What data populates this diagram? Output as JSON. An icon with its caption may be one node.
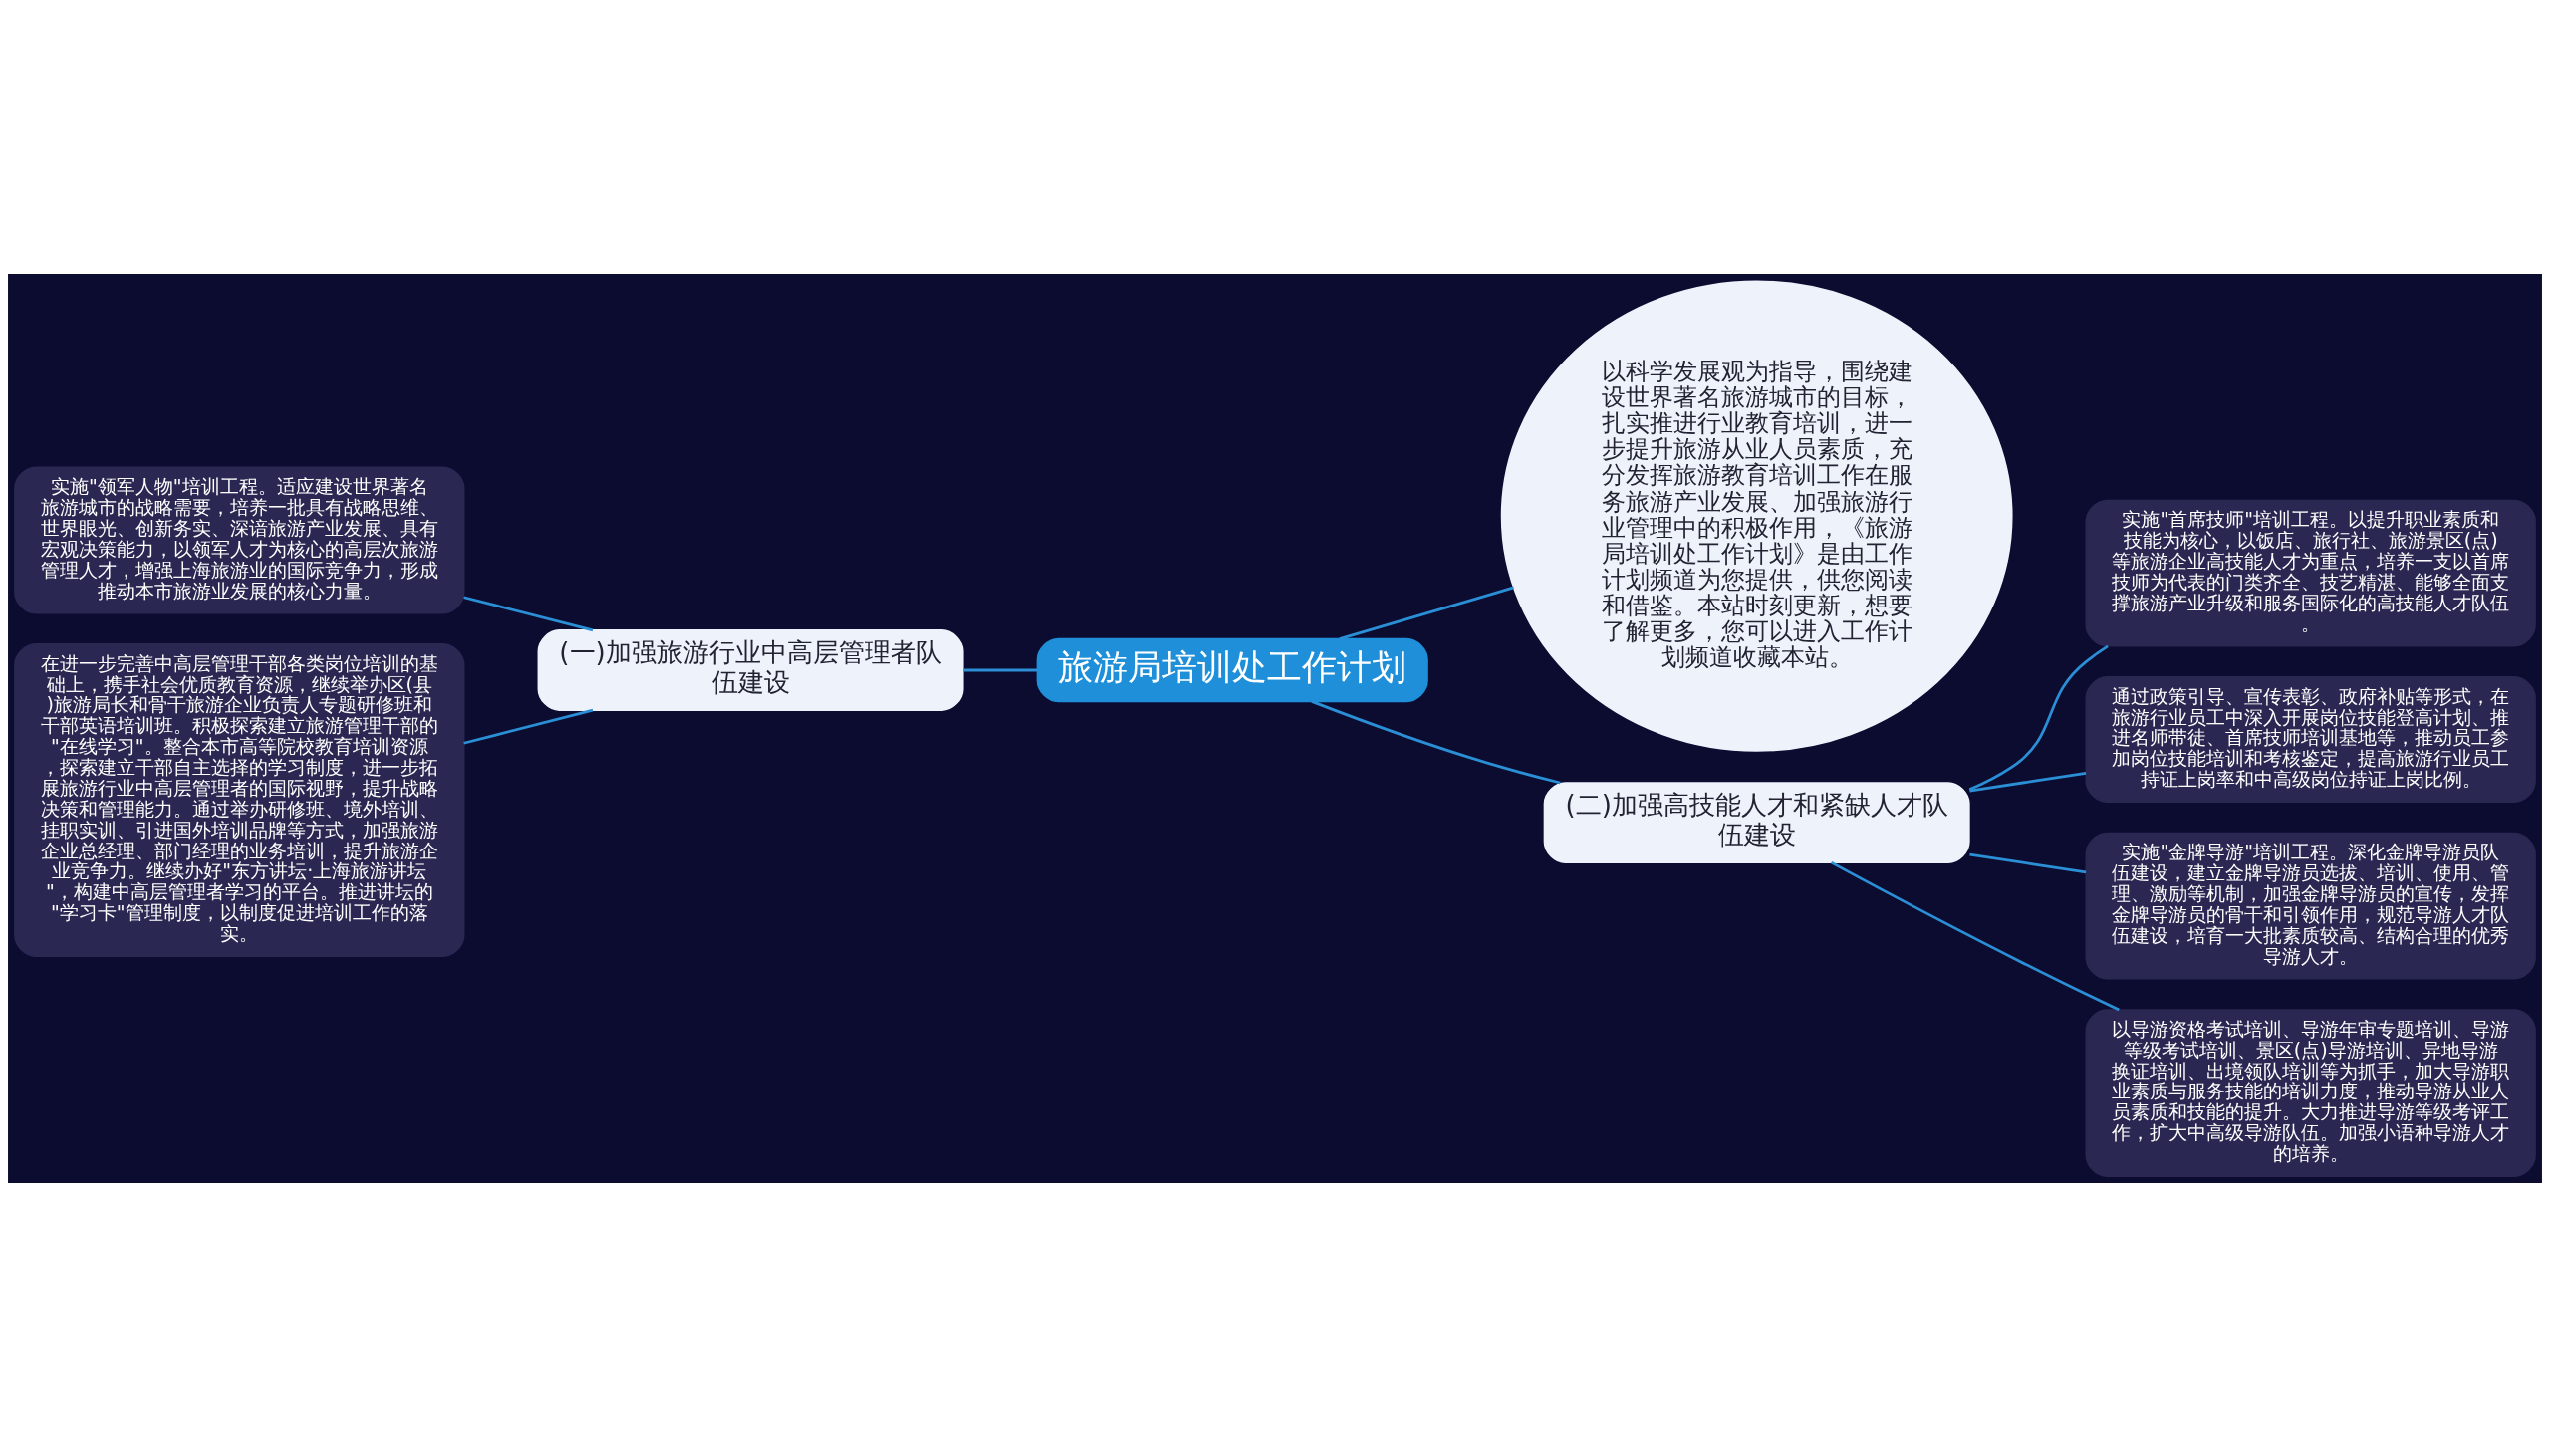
{
  "diagram": {
    "nodes": [
      {
        "text": [
          "旅游局培训处工作计划"
        ]
      },
      {
        "text": [
          "以科学发展观为指导，围绕建设世界著名旅游城市的目标，扎实推进行业教育培训，进一步提升旅游从业人员素质，充分发挥旅游教育培训工作在服务旅游产业发展、加强旅游行业管理中的积极作用，《旅游局培训处工作计划》是由工作计划频道为您提供，供您阅读和借鉴。本站时刻更新，想要了解更多，您可以进入工作计划频道收藏本站。"
        ]
      },
      {
        "text": [
          "(一)加强旅游行业中高层管理者队伍建设"
        ]
      },
      {
        "text": [
          "实施\"领军人物\"培训工程。适应建设世界著名旅游城市的战略需要，培养一批具有战略思维、世界眼光、创新务实、深谙旅游产业发展、具有宏观决策能力，以领军人才为核心的高层次旅游管理人才，增强上海旅游业的国际竞争力，形成推动本市旅游业发展的核心力量。"
        ]
      },
      {
        "text": [
          "在进一步完善中高层管理干部各类岗位培训的基础上，携手社会优质教育资源，继续举办区(县)旅游局长和骨干旅游企业负责人专题研修班和干部英语培训班。积极探索建立旅游管理干部的\"在线学习\"。整合本市高等院校教育培训资源，探索建立干部自主选择的学习制度，进一步拓展旅游行业中高层管理者的国际视野，提升战略决策和管理能力。通过举办研修班、境外培训、挂职实训、引进国外培训品牌等方式，加强旅游企业总经理、部门经理的业务培训，提升旅游企业竞争力。继续办好\"东方讲坛·上海旅游讲坛\"，构建中高层管理者学习的平台。推进讲坛的\"学习卡\"管理制度，以制度促进培训工作的落实。"
        ]
      },
      {
        "text": [
          "(二)加强高技能人才和紧缺人才队伍建设"
        ]
      },
      {
        "text": [
          "实施\"首席技师\"培训工程。以提升职业素质和技能为核心，以饭店、旅行社、旅游景区(点)等旅游企业高技能人才为重点，培养一支以首席技师为代表的门类齐全、技艺精湛、能够全面支撑旅游产业升级和服务国际化的高技能人才队伍。"
        ]
      },
      {
        "text": [
          "通过政策引导、宣传表彰、政府补贴等形式，在旅游行业员工中深入开展岗位技能登高计划、推进名师带徒、首席技师培训基地等，推动员工参加岗位技能培训和考核鉴定，提高旅游行业员工持证上岗率和中高级岗位持证上岗比例。"
        ]
      },
      {
        "text": [
          "实施\"金牌导游\"培训工程。深化金牌导游员队伍建设，建立金牌导游员选拔、培训、使用、管理、激励等机制，加强金牌导游员的宣传，发挥金牌导游员的骨干和引领作用，规范导游人才队伍建设，培育一大批素质较高、结构合理的优秀导游人才。"
        ]
      },
      {
        "text": [
          "以导游资格考试培训、导游年审专题培训、导游等级考试培训、景区(点)导游培训、异地导游换证培训、出境领队培训等为抓手，加大导游职业素质与服务技能的培训力度，推动导游从业人员素质和技能的提升。大力推进导游等级考评工作，扩大中高级导游队伍。加强小语种导游人才的培养。"
        ]
      }
    ],
    "edges": [
      {
        "from": 0,
        "to": 1,
        "arrow": "none"
      },
      {
        "from": 0,
        "to": 2,
        "arrow": "none"
      },
      {
        "from": 0,
        "to": 5,
        "arrow": "none"
      },
      {
        "from": 2,
        "to": 3,
        "arrow": "none"
      },
      {
        "from": 2,
        "to": 4,
        "arrow": "none"
      },
      {
        "from": 5,
        "to": 6,
        "arrow": "none"
      },
      {
        "from": 5,
        "to": 7,
        "arrow": "none"
      },
      {
        "from": 5,
        "to": 8,
        "arrow": "none"
      },
      {
        "from": 5,
        "to": 9,
        "arrow": "none"
      }
    ]
  }
}
